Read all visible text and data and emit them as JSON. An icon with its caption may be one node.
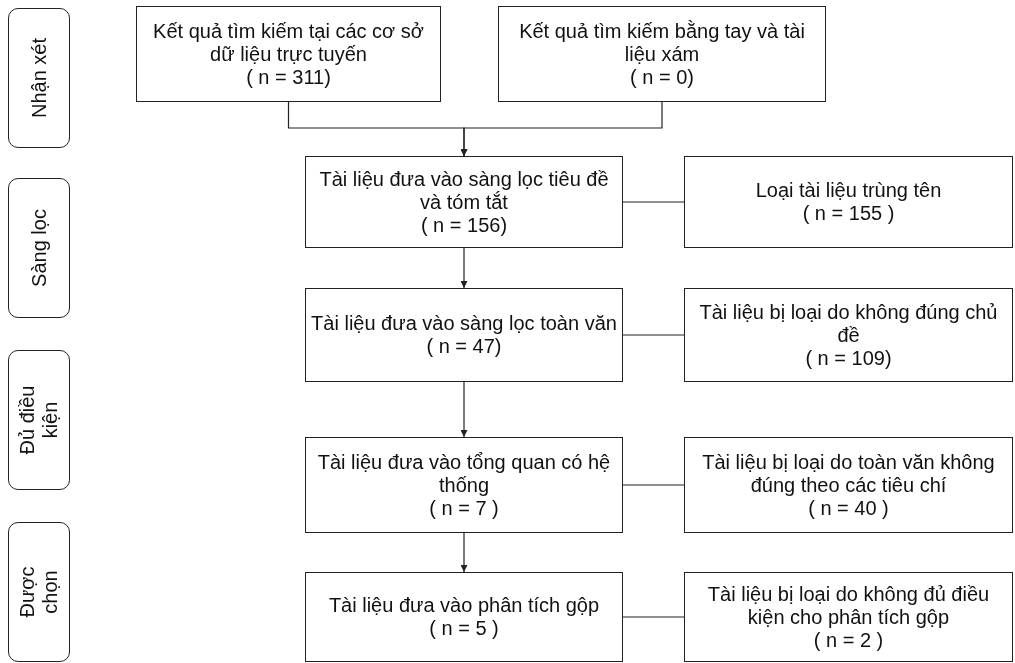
{
  "diagram": {
    "nodes": [
      {
        "text": [
          "Nhận xét"
        ]
      },
      {
        "text": [
          "Kết quả tìm kiếm tại các cơ sở dữ liệu trực tuyến",
          "( n = 311)"
        ]
      },
      {
        "text": [
          "Kết quả tìm kiếm bằng tay và tài liệu xám",
          "( n = 0)"
        ]
      },
      {
        "text": [
          "Sàng lọc"
        ]
      },
      {
        "text": [
          "Tài liệu đưa vào sàng lọc tiêu đề và tóm tắt",
          "( n = 156)"
        ]
      },
      {
        "text": [
          "Loại tài liệu trùng tên",
          "( n = 155 )"
        ]
      },
      {
        "text": [
          "Tài liệu đưa vào sàng lọc toàn văn",
          "( n = 47)"
        ]
      },
      {
        "text": [
          "Tài liệu bị loại do không đúng chủ đề",
          "( n = 109)"
        ]
      },
      {
        "text": [
          "Đủ điều kiện"
        ]
      },
      {
        "text": [
          "Tài liệu đưa vào tổng quan có hệ thống",
          "( n = 7 )"
        ]
      },
      {
        "text": [
          "Tài liệu bị loại do toàn văn không đúng theo các tiêu chí",
          "( n = 40 )"
        ]
      },
      {
        "text": [
          "Được chọn"
        ]
      },
      {
        "text": [
          "Tài liệu đưa vào phân tích gộp",
          "( n = 5 )"
        ]
      },
      {
        "text": [
          "Tài liệu bị loại do không đủ điều kiện cho phân tích gộp",
          "( n = 2 )"
        ]
      }
    ],
    "edges": [
      {
        "from": 1,
        "to": 4,
        "arrow": "to"
      },
      {
        "from": 2,
        "to": 4,
        "arrow": "to"
      },
      {
        "from": 4,
        "to": 5,
        "arrow": "none"
      },
      {
        "from": 4,
        "to": 6,
        "arrow": "to"
      },
      {
        "from": 6,
        "to": 7,
        "arrow": "none"
      },
      {
        "from": 6,
        "to": 9,
        "arrow": "to"
      },
      {
        "from": 9,
        "to": 10,
        "arrow": "none"
      },
      {
        "from": 9,
        "to": 12,
        "arrow": "to"
      },
      {
        "from": 12,
        "to": 13,
        "arrow": "none"
      }
    ]
  }
}
